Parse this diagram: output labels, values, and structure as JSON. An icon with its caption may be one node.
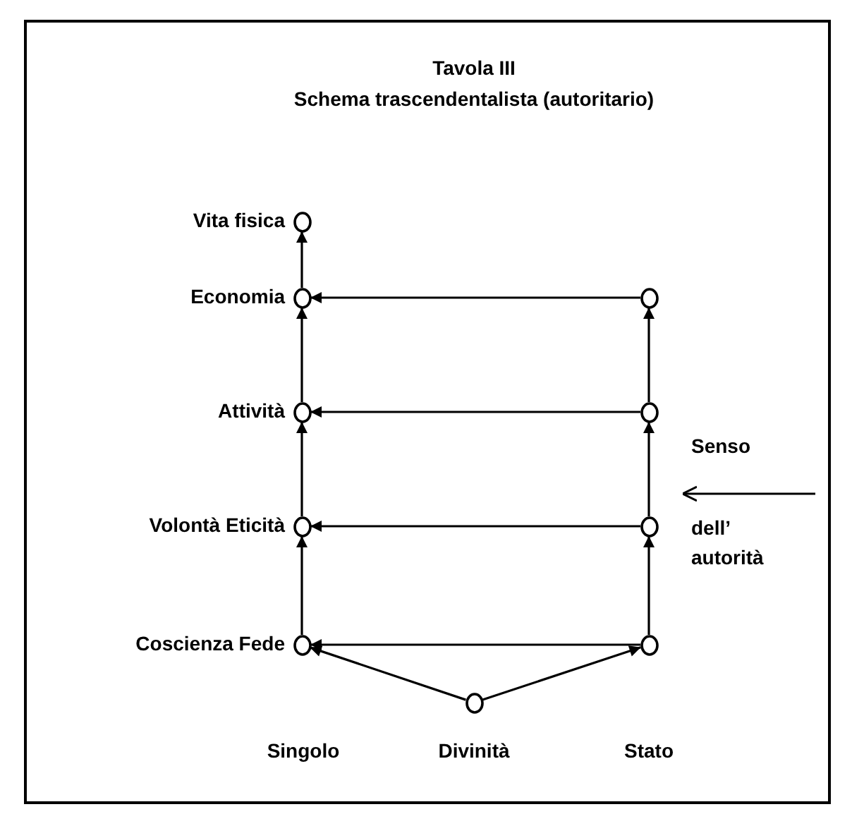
{
  "diagram": {
    "title": "Tavola III",
    "nodes": [
      {
        "text": [],
        "shape": "circle",
        "beside": [
          "Vita fisica"
        ]
      },
      {
        "text": [],
        "shape": "circle",
        "beside": [
          "Economia"
        ]
      },
      {
        "text": [],
        "shape": "circle"
      },
      {
        "text": [],
        "shape": "circle",
        "beside": [
          "Attività"
        ]
      },
      {
        "text": [],
        "shape": "circle"
      },
      {
        "text": [],
        "shape": "circle",
        "beside": [
          "Volontà Eticità"
        ]
      },
      {
        "text": [],
        "shape": "circle"
      },
      {
        "text": [],
        "shape": "circle",
        "beside": [
          "Coscienza Fede"
        ]
      },
      {
        "text": [],
        "shape": "circle"
      },
      {
        "text": [],
        "shape": "circle"
      }
    ],
    "edges": [
      {
        "from": 1,
        "to": 0,
        "arrow": "to"
      },
      {
        "from": 2,
        "to": 1,
        "arrow": "to"
      },
      {
        "from": 3,
        "to": 1,
        "arrow": "to"
      },
      {
        "from": 4,
        "to": 2,
        "arrow": "to"
      },
      {
        "from": 4,
        "to": 3,
        "arrow": "to"
      },
      {
        "from": 5,
        "to": 3,
        "arrow": "to"
      },
      {
        "from": 6,
        "to": 4,
        "arrow": "to"
      },
      {
        "from": 6,
        "to": 5,
        "arrow": "to"
      },
      {
        "from": 7,
        "to": 5,
        "arrow": "to"
      },
      {
        "from": 8,
        "to": 6,
        "arrow": "to"
      },
      {
        "from": 8,
        "to": 7,
        "arrow": "to"
      },
      {
        "from": 9,
        "to": 7,
        "arrow": "to"
      },
      {
        "from": 9,
        "to": 8,
        "arrow": "to"
      }
    ],
    "labels": [
      "Schema trascendentalista (autoritario)",
      "Senso",
      "dell’ autorità",
      "Singolo",
      "Divinità",
      "Stato"
    ]
  }
}
